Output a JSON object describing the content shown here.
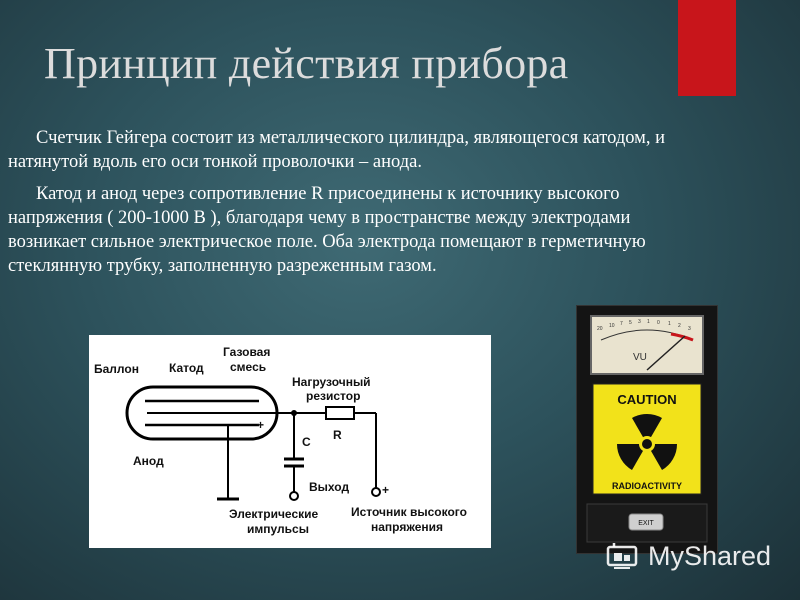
{
  "slide": {
    "title": "Принцип действия прибора",
    "accent_color": "#c8151b",
    "paragraphs": [
      "Счетчик Гейгера состоит из металлического цилиндра, являющегося катодом, и натянутой вдоль его оси тонкой проволочки – анода.",
      "Катод и анод через сопротивление R присоединены к источнику высокого напряжения ( 200-1000 В ), благодаря чему в пространстве между электродами возникает сильное электрическое поле. Оба электрода помещают в герметичную стеклянную трубку, заполненную разреженным газом."
    ]
  },
  "diagram": {
    "labels": {
      "balloon": "Баллон",
      "cathode": "Катод",
      "gas_1": "Газовая",
      "gas_2": "смесь",
      "load_1": "Нагрузочный",
      "load_2": "резистор",
      "anode": "Анод",
      "c": "C",
      "r": "R",
      "plus_tube": "+",
      "output": "Выход",
      "plus_source": "+",
      "pulses_1": "Электрические",
      "pulses_2": "импульсы",
      "source_1": "Источник высокого",
      "source_2": "напряжения"
    }
  },
  "device": {
    "meter_label": "VU",
    "meter_scale": [
      "20",
      "10",
      "7",
      "5",
      "3",
      "1",
      "0",
      "1",
      "2",
      "3"
    ],
    "caution": "CAUTION",
    "radioactivity": "RADIOACTIVITY",
    "exit_button": "EXIT"
  },
  "watermark": {
    "text": "MyShared"
  }
}
